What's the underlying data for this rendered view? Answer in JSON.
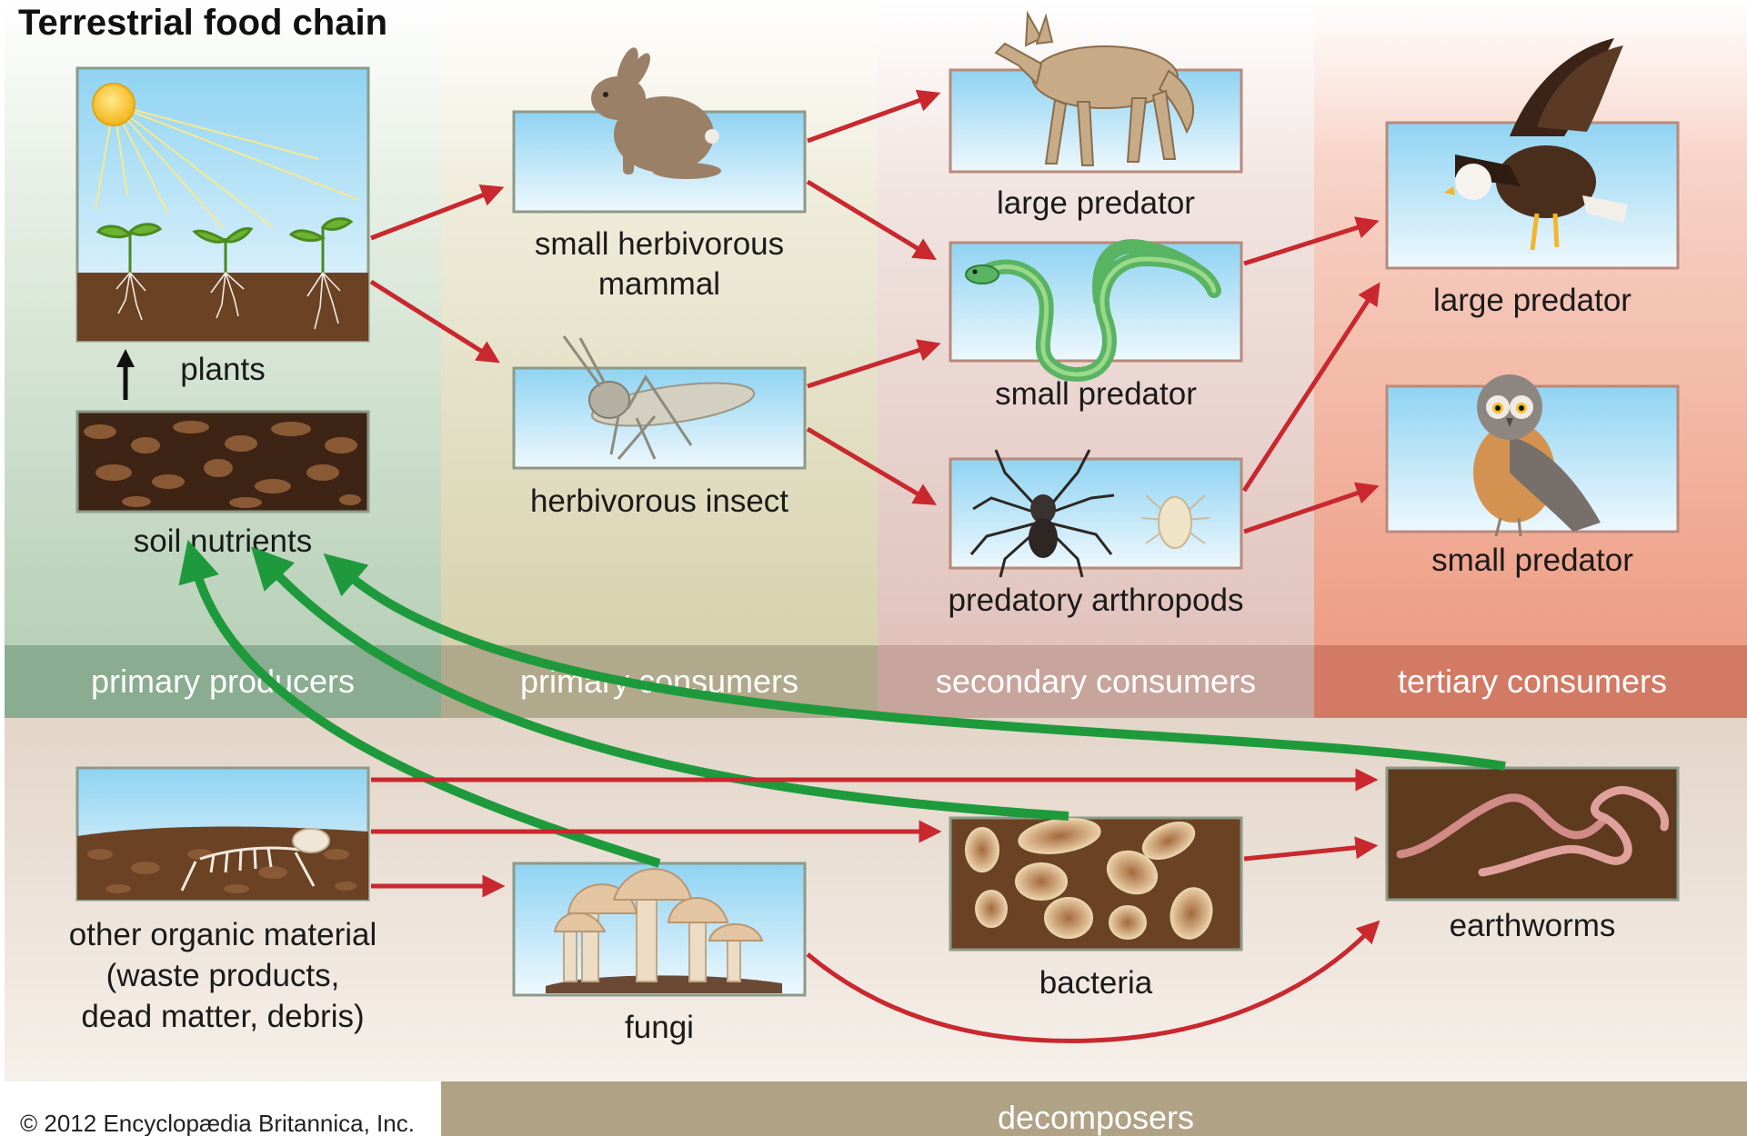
{
  "title": "Terrestrial food chain",
  "copyright": "© 2012 Encyclopædia Britannica, Inc.",
  "categories": {
    "primary_producers": "primary producers",
    "primary_consumers": "primary consumers",
    "secondary_consumers": "secondary consumers",
    "tertiary_consumers": "tertiary consumers",
    "decomposers": "decomposers"
  },
  "nodes": {
    "plants": "plants",
    "soil_nutrients": "soil nutrients",
    "small_herbivorous_mammal": [
      "small herbivorous",
      "mammal"
    ],
    "herbivorous_insect": "herbivorous insect",
    "large_predator_secondary": "large predator",
    "small_predator_secondary": "small predator",
    "predatory_arthropods": "predatory arthropods",
    "large_predator_tertiary": "large predator",
    "small_predator_tertiary": "small predator",
    "other_organic_material": [
      "other organic material",
      "(waste products,",
      "dead matter, debris)"
    ],
    "fungi": "fungi",
    "bacteria": "bacteria",
    "earthworms": "earthworms"
  },
  "colors": {
    "arrow_red": "#c8282e",
    "arrow_green": "#1e9a3c",
    "band_producers": "#8aac90",
    "band_primary": "#b1a98b",
    "band_secondary": "#c8a59c",
    "band_tertiary": "#d27a64",
    "band_decomposers": "#b0a285"
  },
  "icons": {
    "plants": "sun-and-seedlings-icon",
    "soil_nutrients": "soil-texture-icon",
    "small_herbivorous_mammal": "rabbit-icon",
    "herbivorous_insect": "grasshopper-icon",
    "large_predator_secondary": "coyote-icon",
    "small_predator_secondary": "snake-icon",
    "predatory_arthropods": "spider-and-mite-icon",
    "large_predator_tertiary": "eagle-icon",
    "small_predator_tertiary": "owl-icon",
    "other_organic_material": "skeleton-on-soil-icon",
    "fungi": "mushrooms-icon",
    "bacteria": "bacteria-cells-icon",
    "earthworms": "earthworm-icon"
  }
}
